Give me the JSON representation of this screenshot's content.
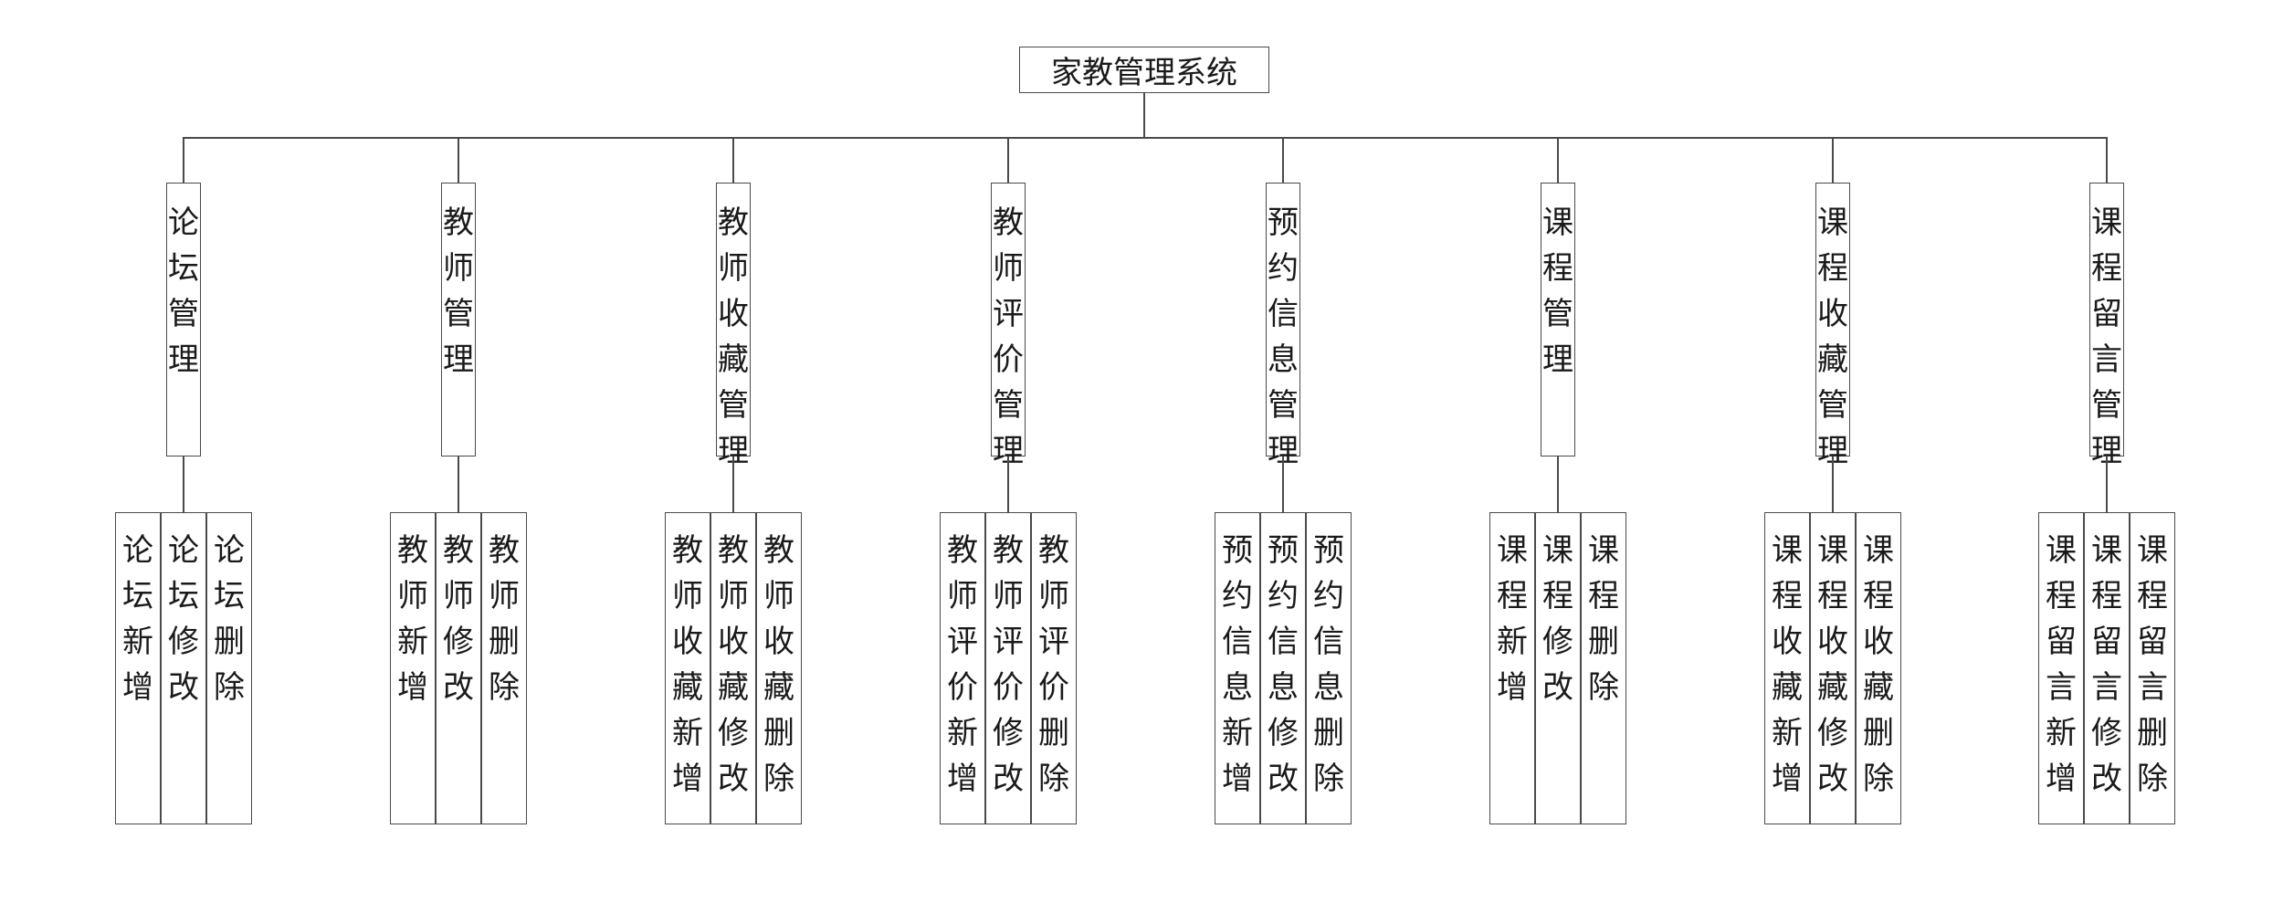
{
  "title": "家教管理系统",
  "modules": [
    {
      "label": "论坛管理",
      "actions": [
        "论坛新增",
        "论坛修改",
        "论坛删除"
      ]
    },
    {
      "label": "教师管理",
      "actions": [
        "教师新增",
        "教师修改",
        "教师删除"
      ]
    },
    {
      "label": "教师收藏管理",
      "actions": [
        "教师收藏新增",
        "教师收藏修改",
        "教师收藏删除"
      ]
    },
    {
      "label": "教师评价管理",
      "actions": [
        "教师评价新增",
        "教师评价修改",
        "教师评价删除"
      ]
    },
    {
      "label": "预约信息管理",
      "actions": [
        "预约信息新增",
        "预约信息修改",
        "预约信息删除"
      ]
    },
    {
      "label": "课程管理",
      "actions": [
        "课程新增",
        "课程修改",
        "课程删除"
      ]
    },
    {
      "label": "课程收藏管理",
      "actions": [
        "课程收藏新增",
        "课程收藏修改",
        "课程收藏删除"
      ]
    },
    {
      "label": "课程留言管理",
      "actions": [
        "课程留言新增",
        "课程留言修改",
        "课程留言删除"
      ]
    }
  ]
}
